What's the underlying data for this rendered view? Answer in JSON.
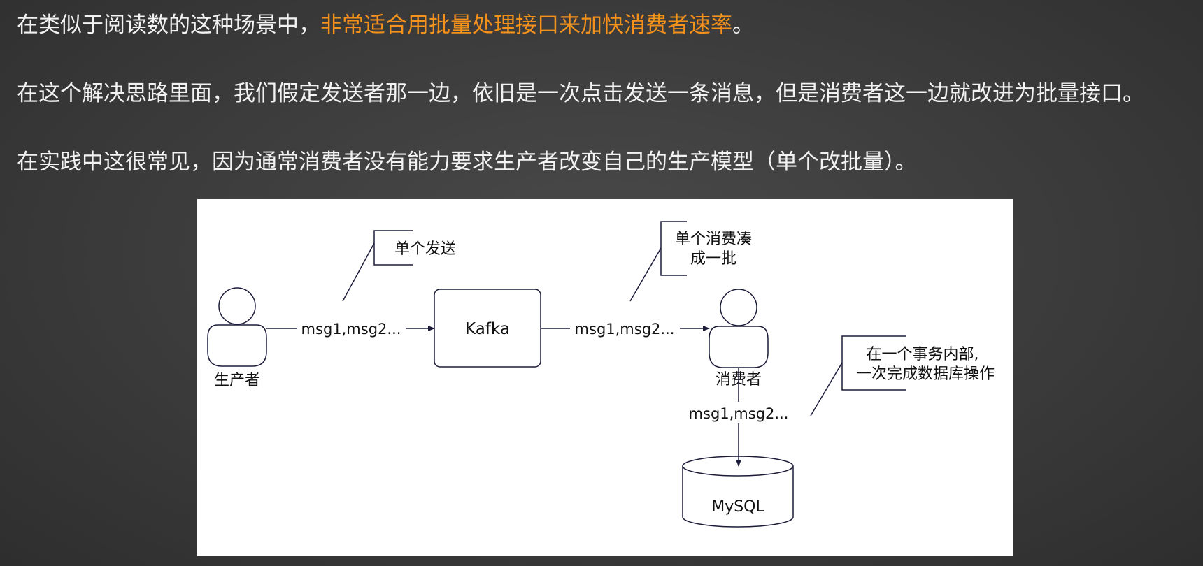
{
  "paragraphs": {
    "p1_plain": "在类似于阅读数的这种场景中，",
    "p1_highlight": "非常适合用批量处理接口来加快消费者速率",
    "p1_end": "。",
    "p2": "在这个解决思路里面，我们假定发送者那一边，依旧是一次点击发送一条消息，但是消费者这一边就改进为批量接口。",
    "p3": "在实践中这很常见，因为通常消费者没有能力要求生产者改变自己的生产模型（单个改批量）。"
  },
  "colors": {
    "highlight": "#f5921b",
    "text": "#f2f2f2",
    "diagram_stroke": "#1c1c3a"
  },
  "diagram": {
    "producer_label": "生产者",
    "kafka_label": "Kafka",
    "consumer_label": "消费者",
    "mysql_label": "MySQL",
    "edge_producer_kafka": "msg1,msg2...",
    "edge_kafka_consumer": "msg1,msg2...",
    "edge_consumer_mysql": "msg1,msg2...",
    "note_single_send": "单个发送",
    "note_batch_line1": "单个消费凑",
    "note_batch_line2": "成一批",
    "note_tx_line1": "在一个事务内部,",
    "note_tx_line2": "一次完成数据库操作"
  }
}
